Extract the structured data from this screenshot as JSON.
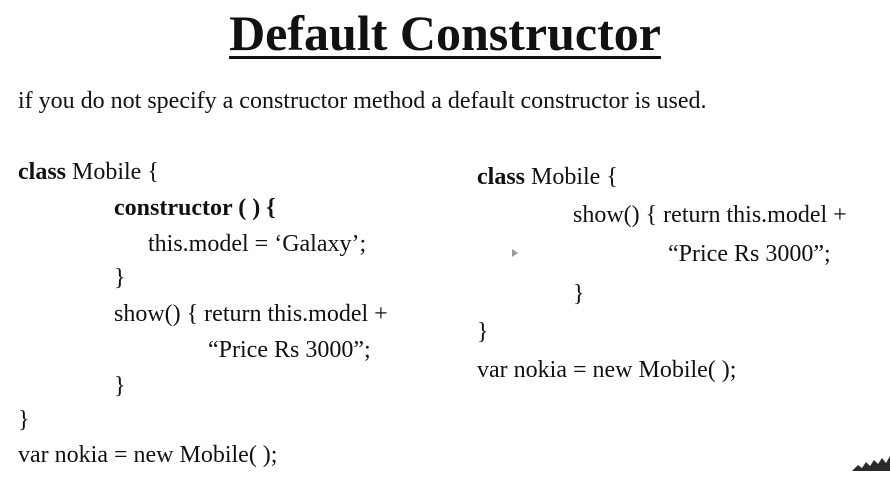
{
  "slide": {
    "title": "Default Constructor",
    "intro": "if you do not specify a constructor method a default constructor is used."
  },
  "left_code": {
    "l1_kw": "class",
    "l1_rest": " Mobile {",
    "l2": "constructor ( ) {",
    "l3": "this.model = ‘Galaxy’;",
    "l4": "}",
    "l5": "show() { return this.model +",
    "l6": "“Price Rs 3000”;",
    "l7": "}",
    "l8": "}",
    "l9": "var nokia = new Mobile( );"
  },
  "right_code": {
    "l1_kw": "class",
    "l1_rest": " Mobile {",
    "l2": "show() { return this.model +",
    "l3": "“Price Rs 3000”;",
    "l4": "}",
    "l5": "}",
    "l6": "var nokia = new Mobile( );"
  }
}
